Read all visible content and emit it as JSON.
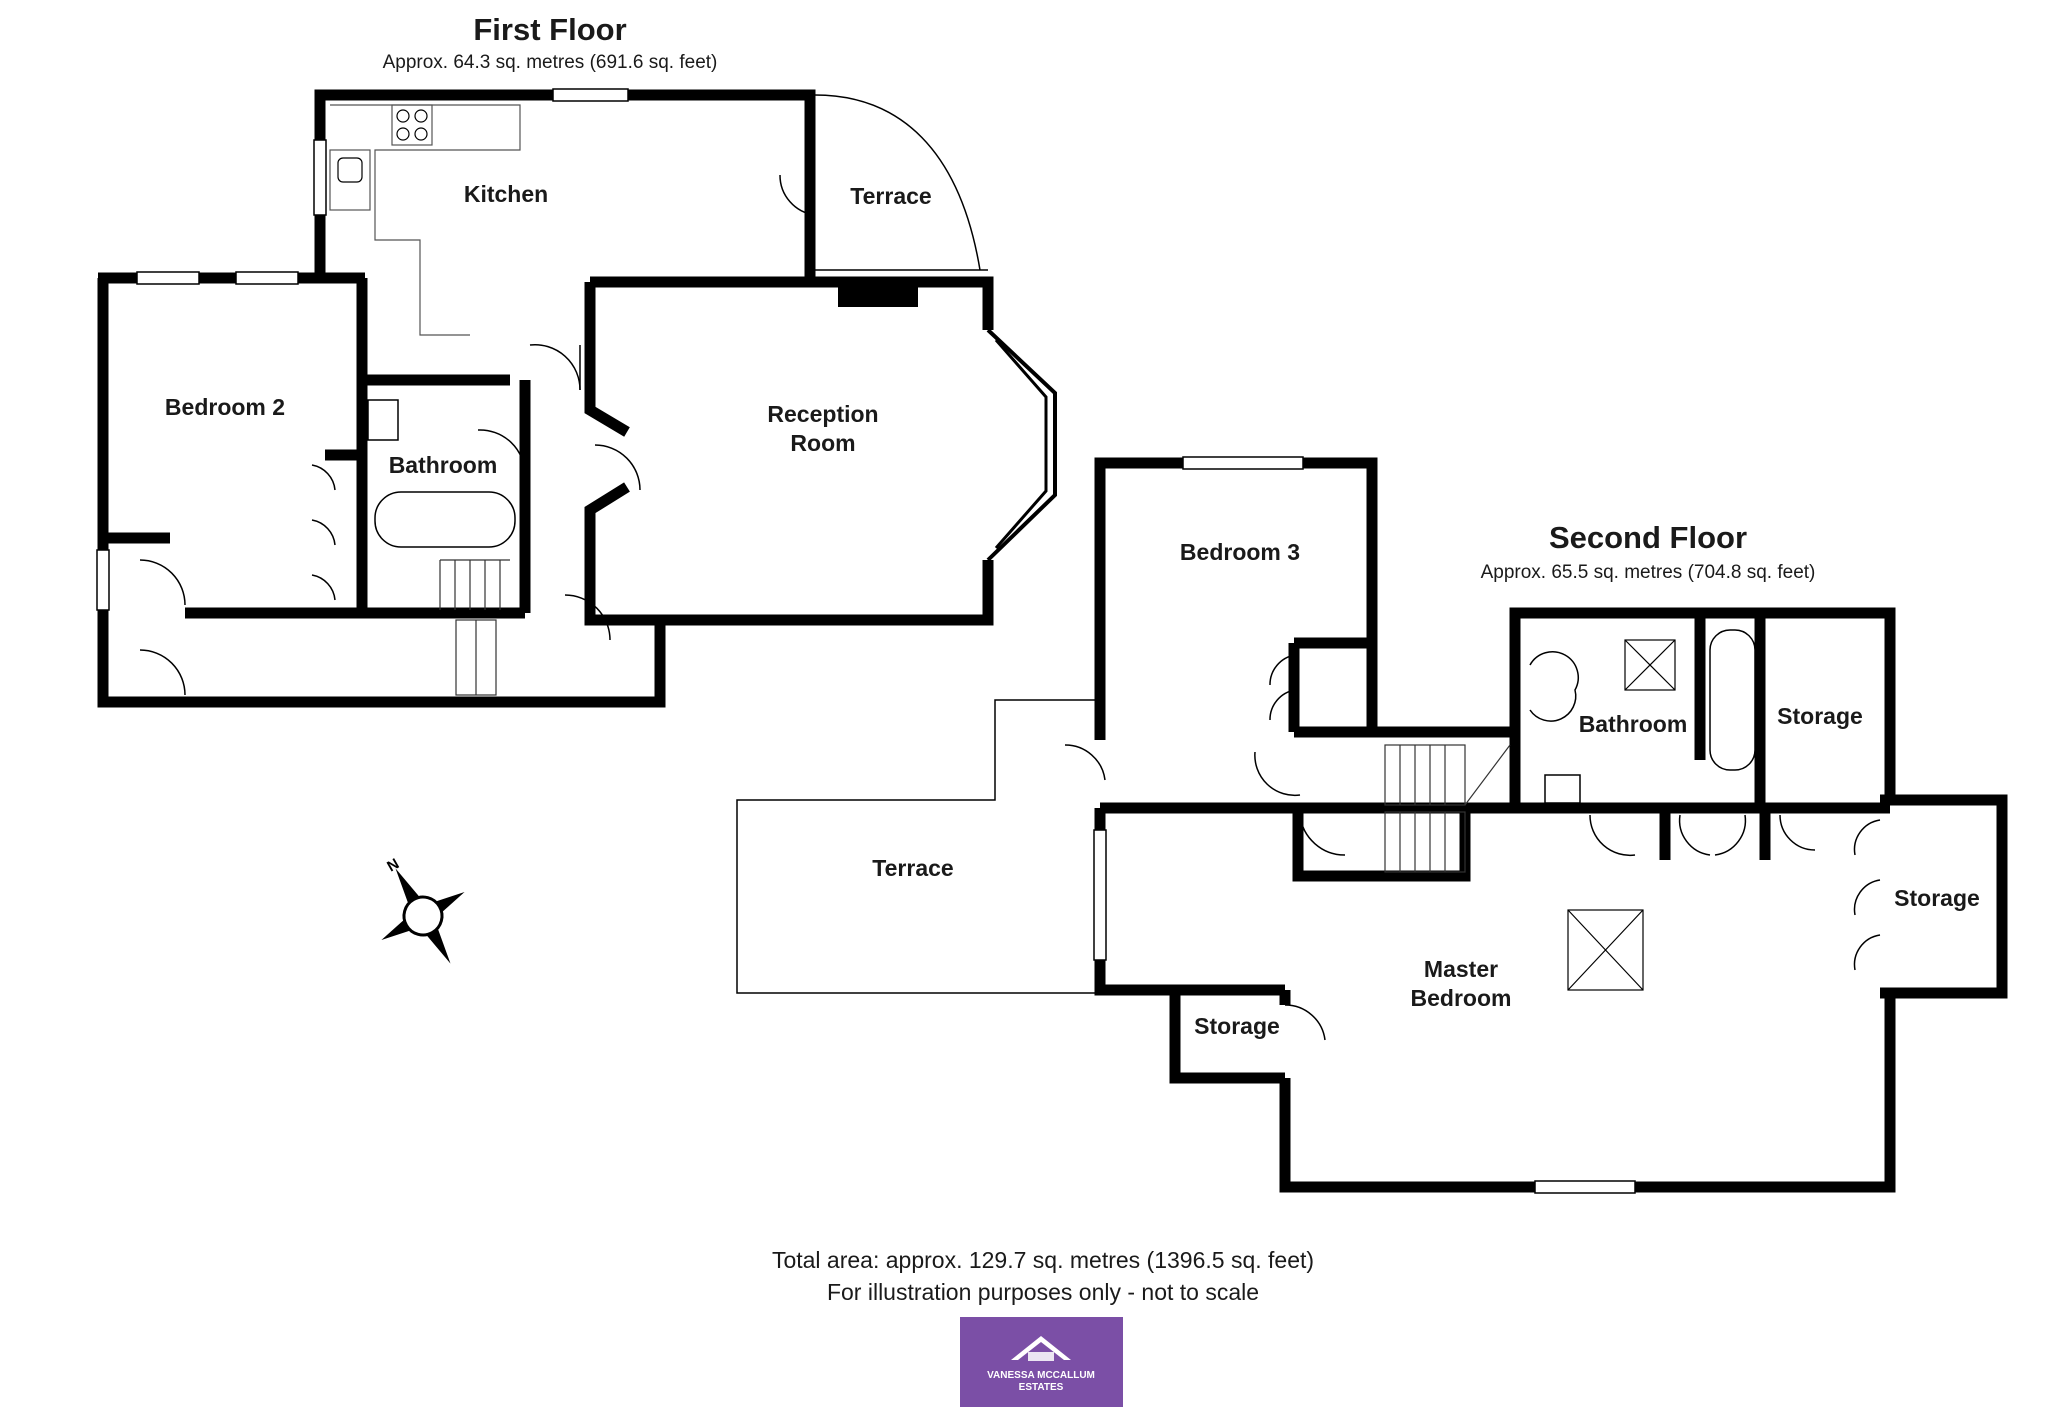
{
  "first_floor": {
    "title": "First Floor",
    "area": "Approx.  64.3 sq. metres (691.6 sq. feet)",
    "rooms": {
      "kitchen": "Kitchen",
      "terrace": "Terrace",
      "bedroom2": "Bedroom 2",
      "bathroom": "Bathroom",
      "reception_line1": "Reception",
      "reception_line2": "Room"
    }
  },
  "second_floor": {
    "title": "Second Floor",
    "area": "Approx.  65.5 sq. metres (704.8 sq. feet)",
    "rooms": {
      "bedroom3": "Bedroom 3",
      "bathroom": "Bathroom",
      "storage_top": "Storage",
      "storage_right": "Storage",
      "storage_left": "Storage",
      "terrace": "Terrace",
      "master_line1": "Master",
      "master_line2": "Bedroom"
    }
  },
  "footer": {
    "total_area": "Total area: approx. 129.7 sq. metres (1396.5 sq. feet)",
    "disclaimer": "For illustration purposes only - not to scale"
  },
  "compass": {
    "north_label": "N"
  },
  "logo": {
    "line1": "VANESSA MCCALLUM",
    "line2": "ESTATES",
    "color": "#7b4fa6"
  },
  "colors": {
    "wall": "#000000",
    "thin": "#555555",
    "text": "#1a1a1a"
  }
}
